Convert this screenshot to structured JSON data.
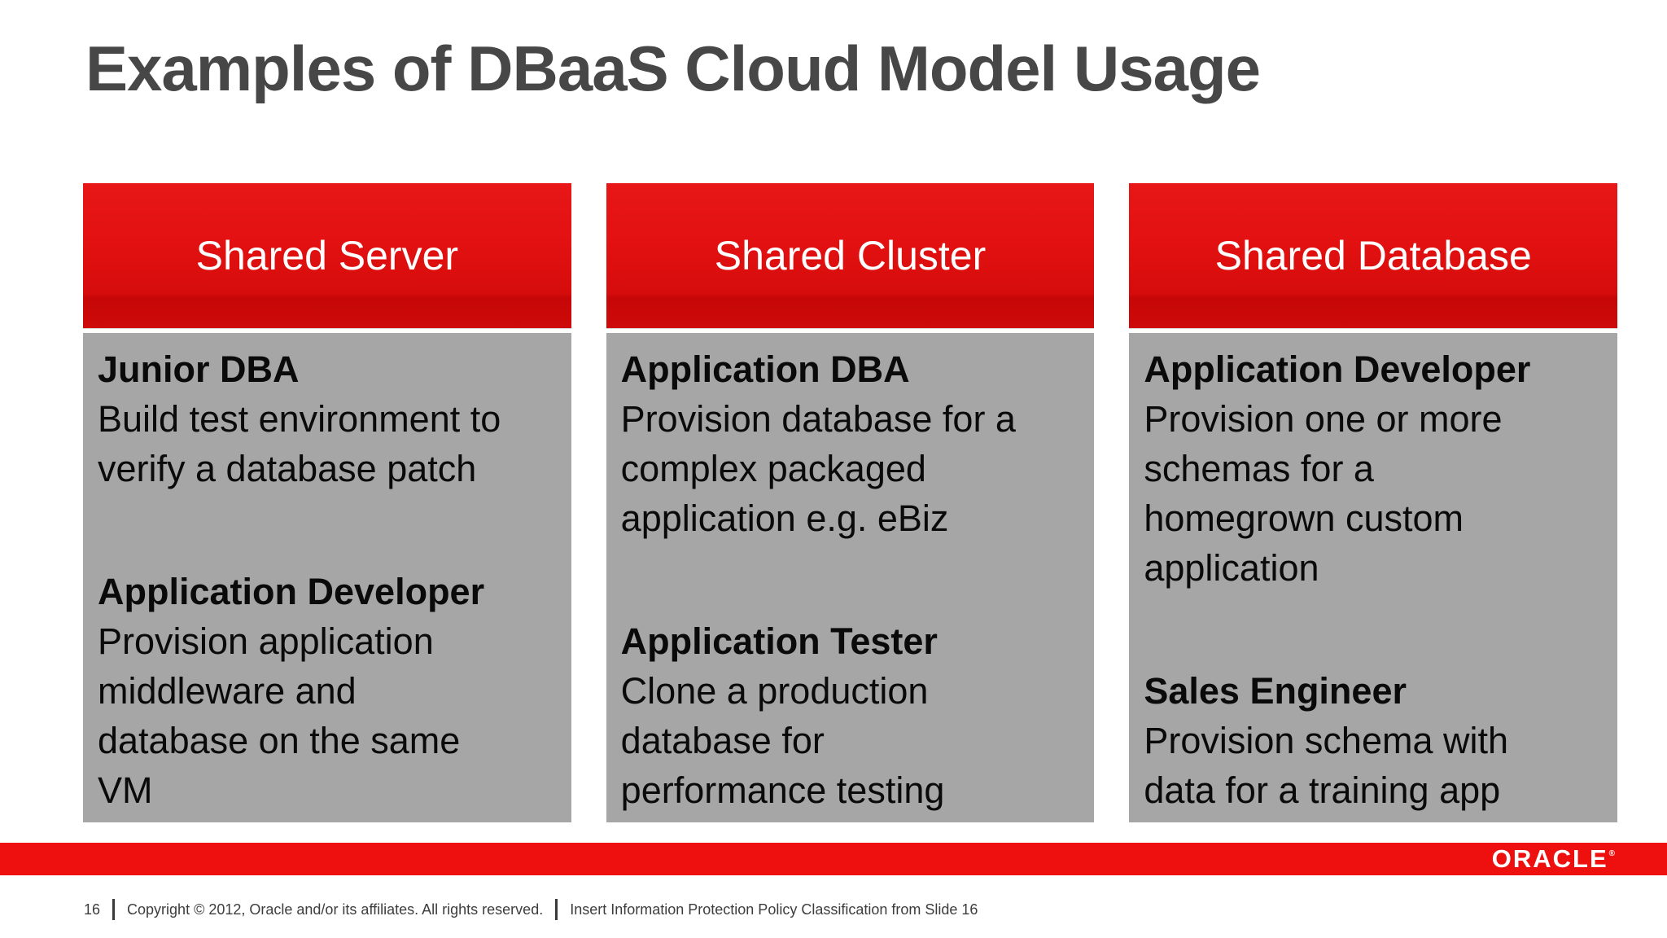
{
  "slide": {
    "title": "Examples of DBaaS Cloud Model Usage",
    "columns": [
      {
        "header": "Shared Server",
        "blocks": [
          {
            "role": "Junior DBA",
            "desc": "Build test environment to\nverify a database patch"
          },
          {
            "role": "Application Developer",
            "desc": "Provision application\nmiddleware and\ndatabase on the same\nVM"
          }
        ]
      },
      {
        "header": "Shared Cluster",
        "blocks": [
          {
            "role": "Application DBA",
            "desc": "Provision database for a\ncomplex packaged\napplication e.g. eBiz"
          },
          {
            "role": "Application Tester",
            "desc": "Clone a production\ndatabase for\nperformance testing"
          }
        ]
      },
      {
        "header": "Shared Database",
        "blocks": [
          {
            "role": "Application Developer",
            "desc": "Provision one or more\nschemas for a\nhomegrown custom\napplication"
          },
          {
            "role": "Sales Engineer",
            "desc": "Provision schema with\ndata for a training app"
          }
        ]
      }
    ],
    "footer": {
      "page_number": "16",
      "copyright": "Copyright © 2012, Oracle and/or its affiliates. All rights reserved.",
      "classification": "Insert Information Protection Policy Classification from Slide 16",
      "logo_text": "ORACLE",
      "logo_reg_mark": "®"
    },
    "colors": {
      "brand_red": "#e01010",
      "header_gradient_top": "#e81717",
      "header_gradient_bottom": "#ce0a0a",
      "footer_bar_red": "#ee0f0f",
      "body_gray": "#a6a6a6",
      "title_gray": "#474747",
      "body_text": "#0a0a0a"
    }
  }
}
